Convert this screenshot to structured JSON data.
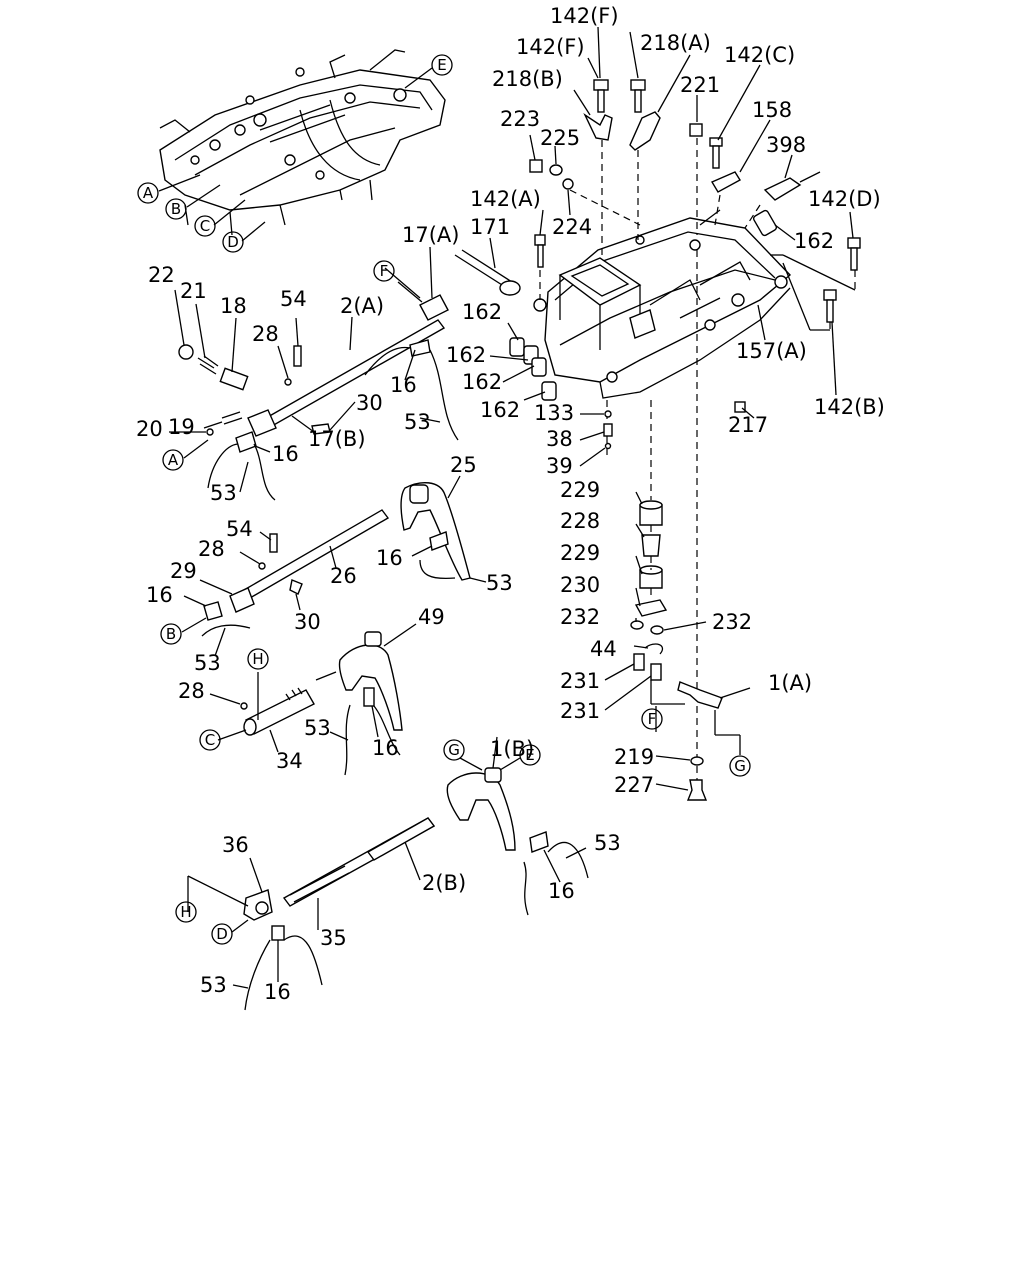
{
  "labels": {
    "l1": "142(F)",
    "l2": "142(F)",
    "l3": "218(A)",
    "l4": "218(B)",
    "l5": "221",
    "l6": "142(C)",
    "l7": "158",
    "l8": "223",
    "l9": "225",
    "l10": "398",
    "l11": "142(A)",
    "l12": "224",
    "l13": "142(D)",
    "l14": "171",
    "l15": "162",
    "l16": "17(A)",
    "l17": "22",
    "l18": "21",
    "l19": "18",
    "l20": "54",
    "l21": "2(A)",
    "l22": "28",
    "l23": "162",
    "l24": "162",
    "l25": "162",
    "l26": "162",
    "l27": "157(A)",
    "l28": "142(B)",
    "l29": "16",
    "l30": "19",
    "l31": "30",
    "l32": "20",
    "l33": "17(B)",
    "l34": "53",
    "l35": "133",
    "l36": "217",
    "l37": "16",
    "l38": "38",
    "l39": "39",
    "l40": "53",
    "l41": "25",
    "l42": "229",
    "l43": "54",
    "l44": "228",
    "l45": "28",
    "l46": "16",
    "l47": "26",
    "l48": "53",
    "l49": "229",
    "l50": "29",
    "l51": "230",
    "l52": "16",
    "l53": "30",
    "l54": "232",
    "l55": "232",
    "l56": "49",
    "l57": "44",
    "l58": "53",
    "l59": "231",
    "l60": "1(A)",
    "l61": "28",
    "l62": "231",
    "l63": "53",
    "l64": "16",
    "l65": "34",
    "l66": "1(B)",
    "l67": "219",
    "l68": "227",
    "l69": "36",
    "l70": "53",
    "l71": "2(B)",
    "l72": "16",
    "l73": "35",
    "l74": "53",
    "l75": "16"
  },
  "refs": {
    "r1": "A",
    "r2": "B",
    "r3": "C",
    "r4": "D",
    "r5": "E",
    "r6": "F",
    "r7": "A",
    "r8": "B",
    "r9": "C",
    "r10": "H",
    "r11": "F",
    "r12": "G",
    "r13": "E",
    "r14": "G",
    "r15": "H",
    "r16": "D"
  }
}
